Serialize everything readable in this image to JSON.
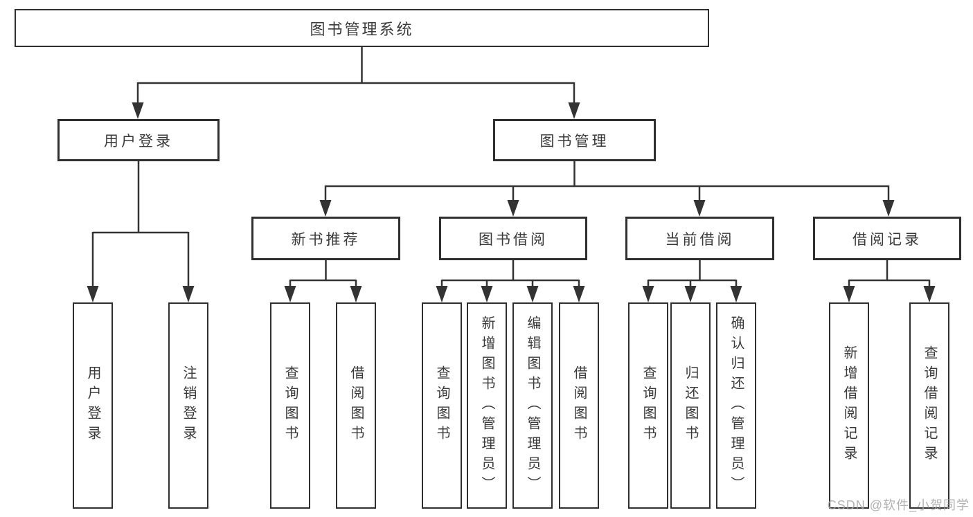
{
  "diagram": {
    "title": "图书管理系统",
    "children": [
      {
        "label": "用户登录",
        "children": [
          {
            "label": "用户登录"
          },
          {
            "label": "注销登录"
          }
        ]
      },
      {
        "label": "图书管理",
        "children": [
          {
            "label": "新书推荐",
            "children": [
              {
                "label": "查询图书"
              },
              {
                "label": "借阅图书"
              }
            ]
          },
          {
            "label": "图书借阅",
            "children": [
              {
                "label": "查询图书"
              },
              {
                "label": "新增图书（管理员）"
              },
              {
                "label": "编辑图书（管理员）"
              },
              {
                "label": "借阅图书"
              }
            ]
          },
          {
            "label": "当前借阅",
            "children": [
              {
                "label": "查询图书"
              },
              {
                "label": "归还图书"
              },
              {
                "label": "确认归还（管理员）"
              }
            ]
          },
          {
            "label": "借阅记录",
            "children": [
              {
                "label": "新增借阅记录"
              },
              {
                "label": "查询借阅记录"
              }
            ]
          }
        ]
      }
    ]
  },
  "watermark": "CSDN @软件_小贺同学",
  "colors": {
    "line": "#333333",
    "box_border": "#2f2f2f",
    "text": "#3a3a3a",
    "watermark": "#a4a4a4",
    "background": "#ffffff"
  }
}
